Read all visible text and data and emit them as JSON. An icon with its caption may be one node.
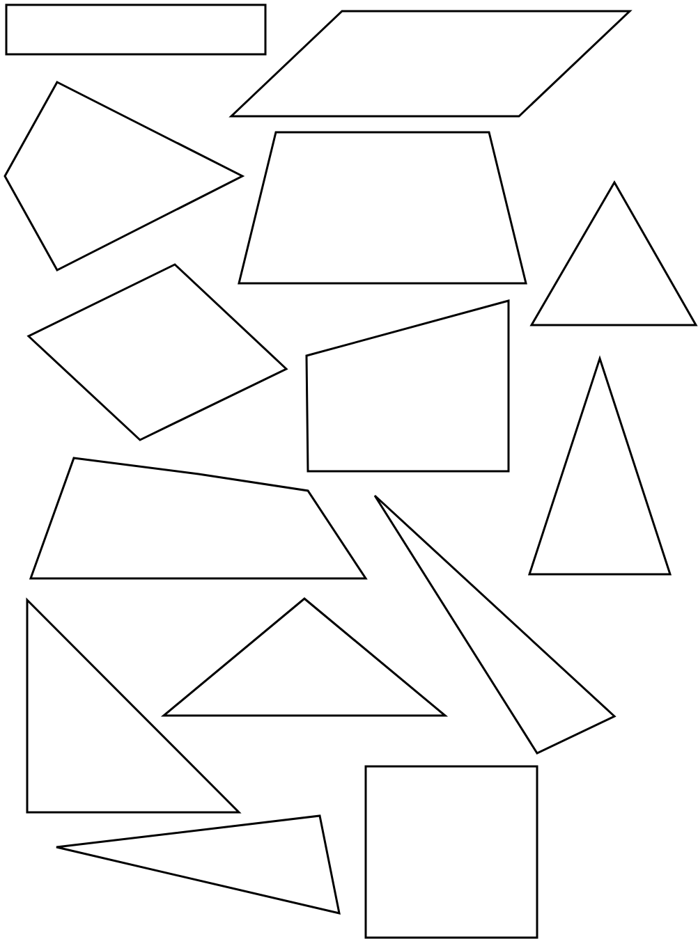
{
  "diagram": {
    "nodes": [
      {
        "text": [],
        "shape": "rectangle"
      },
      {
        "text": [],
        "shape": "parallelogram"
      },
      {
        "text": [],
        "shape": "kite"
      },
      {
        "text": [],
        "shape": "trapezoid"
      },
      {
        "text": [],
        "shape": "triangle"
      },
      {
        "text": [],
        "shape": "quadrilateral"
      },
      {
        "text": [],
        "shape": "quadrilateral"
      },
      {
        "text": [],
        "shape": "triangle"
      },
      {
        "text": [],
        "shape": "pentagon"
      },
      {
        "text": [],
        "shape": "triangle"
      },
      {
        "text": [],
        "shape": "triangle"
      },
      {
        "text": [],
        "shape": "triangle"
      },
      {
        "text": [],
        "shape": "triangle"
      },
      {
        "text": [],
        "shape": "square"
      }
    ]
  }
}
